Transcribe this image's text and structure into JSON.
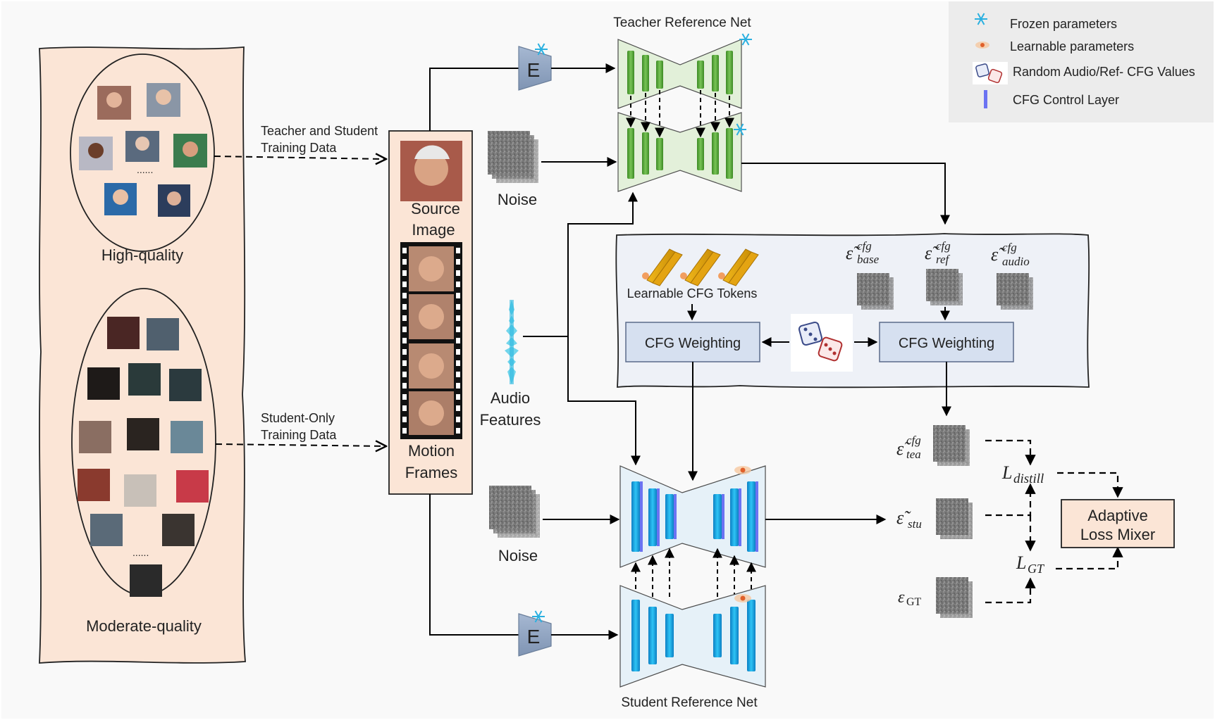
{
  "legend": {
    "frozen": "Frozen parameters",
    "learnable": "Learnable parameters",
    "random": "Random Audio/Ref- CFG Values",
    "cfg_layer": "CFG Control Layer"
  },
  "data_panel": {
    "high_quality": "High-quality",
    "moderate_quality": "Moderate-quality",
    "ellipsis": "......"
  },
  "flow_labels": {
    "teacher_student_1": "Teacher and Student",
    "teacher_student_2": "Training Data",
    "student_only_1": "Student-Only",
    "student_only_2": "Training Data"
  },
  "input_strip": {
    "source_1": "Source",
    "source_2": "Image",
    "motion_1": "Motion",
    "motion_2": "Frames"
  },
  "encoder_label": "E",
  "noise_label": "Noise",
  "audio": {
    "line1": "Audio",
    "line2": "Features"
  },
  "teacher_net": "Teacher Reference Net",
  "student_net": "Student Reference Net",
  "cfg_panel": {
    "tokens": "Learnable CFG Tokens",
    "weighting": "CFG Weighting",
    "eps_base_sub": "base",
    "eps_ref_sub": "ref",
    "eps_audio_sub": "audio",
    "cfg_sup": "cfg"
  },
  "outputs": {
    "eps_symbol": "ε̃",
    "eps_plain": "ε",
    "tea_sub": "tea",
    "stu_sub": "stu",
    "gt_sub": "GT",
    "cfg_sup": "cfg"
  },
  "losses": {
    "L": "L",
    "distill_sub": "distill",
    "gt_sub": "GT",
    "mixer_1": "Adaptive",
    "mixer_2": "Loss Mixer"
  },
  "colors": {
    "panel_fill": "#fbe5d6",
    "green": "#5aab3d",
    "blue": "#19a8e6",
    "cfg_box": "#d6e0f0",
    "legend_bg": "#ececec"
  }
}
